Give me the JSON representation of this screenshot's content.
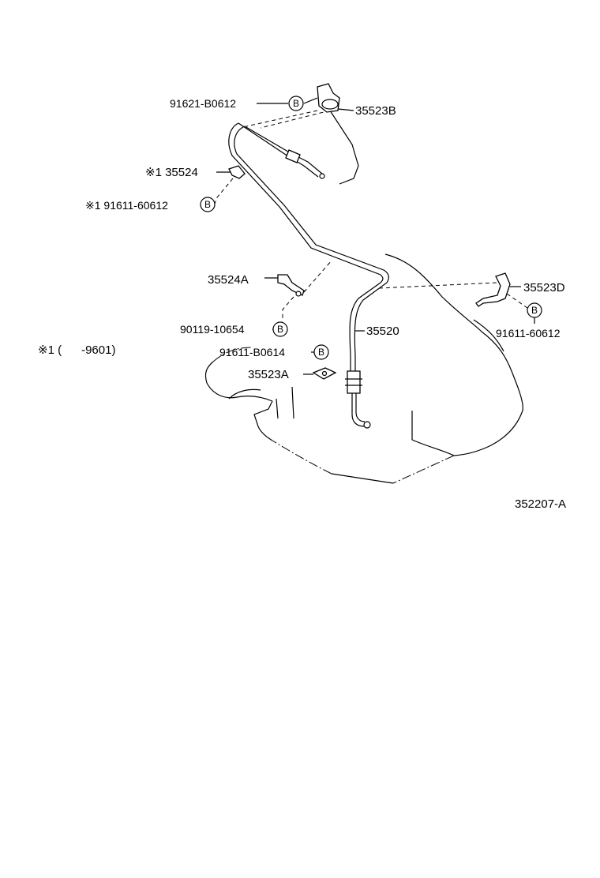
{
  "labels": {
    "p91621": "91621-B0612",
    "p35523B": "35523B",
    "p35524": "※1 35524",
    "p91611_a": "※1  91611-60612",
    "p35524A": "35524A",
    "p90119": "90119-10654",
    "p91611_b": "91611-B0614",
    "p35523A": "35523A",
    "p35520": "35520",
    "p35523D": "35523D",
    "p91611_c": "91611-60612",
    "note": "※1 (      -9601)",
    "diagram_id": "352207-A"
  },
  "bolt_marker": "B"
}
